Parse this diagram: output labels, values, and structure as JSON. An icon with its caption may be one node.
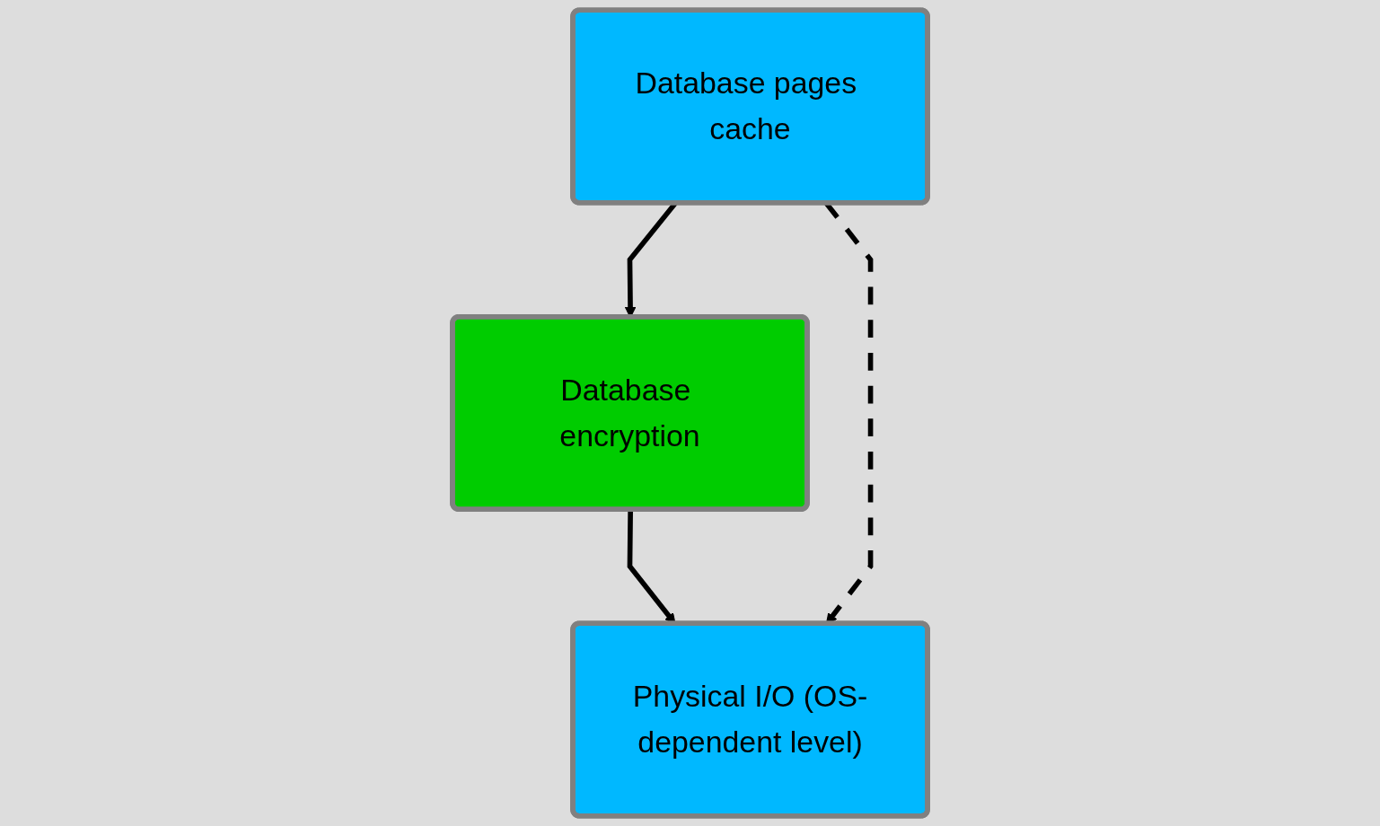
{
  "diagram": {
    "nodes": [
      {
        "text": [
          "Database pages cache"
        ]
      },
      {
        "text": [
          "Database encryption"
        ]
      },
      {
        "text": [
          "Physical I/O (OS-dependent level)"
        ]
      }
    ],
    "edges": [
      {
        "from": 0,
        "to": 1,
        "arrow": "to"
      },
      {
        "from": 1,
        "to": 2,
        "arrow": "to"
      },
      {
        "from": 0,
        "to": 2,
        "arrow": "to",
        "style": "dashed"
      }
    ]
  }
}
